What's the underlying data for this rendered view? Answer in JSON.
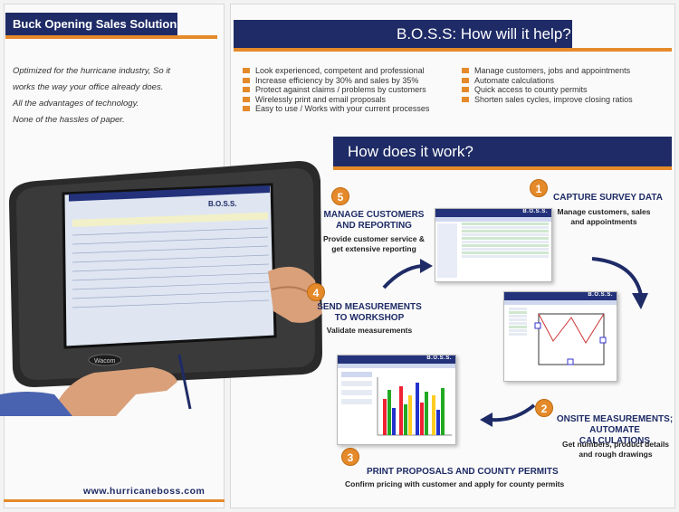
{
  "brand": {
    "title": "Buck Opening Sales Solution",
    "intro_lines": [
      "Optimized for the hurricane industry, So it",
      "works the way your office already does.",
      "All the advantages of technology.",
      "None of the hassles of paper."
    ],
    "url": "www.hurricaneboss.com"
  },
  "main": {
    "header": "B.O.S.S: How will it help?",
    "benefits_left": [
      "Look experienced, competent and professional",
      "Increase efficiency by 30% and sales by 35%",
      "Protect against claims / problems by customers",
      "Wirelessly print and email proposals",
      "Easy to use / Works with your current processes"
    ],
    "benefits_right": [
      "Manage customers, jobs and appointments",
      "Automate calculations",
      "Quick access to county permits",
      "Shorten sales cycles, improve closing ratios"
    ],
    "how_header": "How does it work?"
  },
  "steps": [
    {
      "num": "1",
      "title": "CAPTURE SURVEY DATA",
      "desc": "Manage customers, sales and appointments"
    },
    {
      "num": "2",
      "title": "ONSITE MEASUREMENTS; AUTOMATE CALCULATIONS",
      "desc": "Get numbers, product details and rough drawings"
    },
    {
      "num": "3",
      "title": "PRINT PROPOSALS AND COUNTY PERMITS",
      "desc": "Confirm pricing with customer and apply for county permits"
    },
    {
      "num": "4",
      "title": "SEND MEASUREMENTS TO WORKSHOP",
      "desc": "Validate measurements"
    },
    {
      "num": "5",
      "title": "MANAGE CUSTOMERS AND REPORTING",
      "desc": "Provide customer service & get extensive reporting"
    }
  ],
  "screens": {
    "app_name": "B.O.S.S.",
    "tablet_brand": "Wacom"
  },
  "colors": {
    "navy": "#1e2b66",
    "orange": "#e58a2a"
  }
}
